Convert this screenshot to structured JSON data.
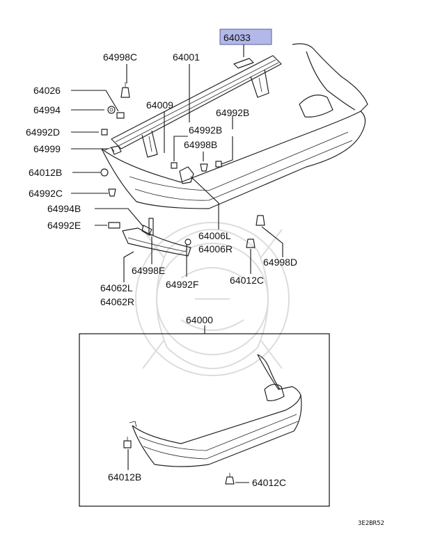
{
  "callouts": {
    "p64033": "64033",
    "p64001": "64001",
    "p64998C": "64998C",
    "p64026": "64026",
    "p64994": "64994",
    "p64009": "64009",
    "p64992B_top": "64992B",
    "p64992D": "64992D",
    "p64992B_mid": "64992B",
    "p64998B": "64998B",
    "p64999": "64999",
    "p64012B_top": "64012B",
    "p64992C": "64992C",
    "p64994B": "64994B",
    "p64992E": "64992E",
    "p64006L": "64006L",
    "p64006R": "64006R",
    "p64998E": "64998E",
    "p64998D": "64998D",
    "p64062L": "64062L",
    "p64062R": "64062R",
    "p64992F": "64992F",
    "p64012C_top": "64012C",
    "p64000": "64000",
    "p64012B_bottom": "64012B",
    "p64012C_bottom": "64012C"
  },
  "diagram_code": "3E2BR52",
  "colors": {
    "highlight_fill": "#b3b8ea",
    "highlight_stroke": "#5a5f9a",
    "line": "#222222"
  }
}
